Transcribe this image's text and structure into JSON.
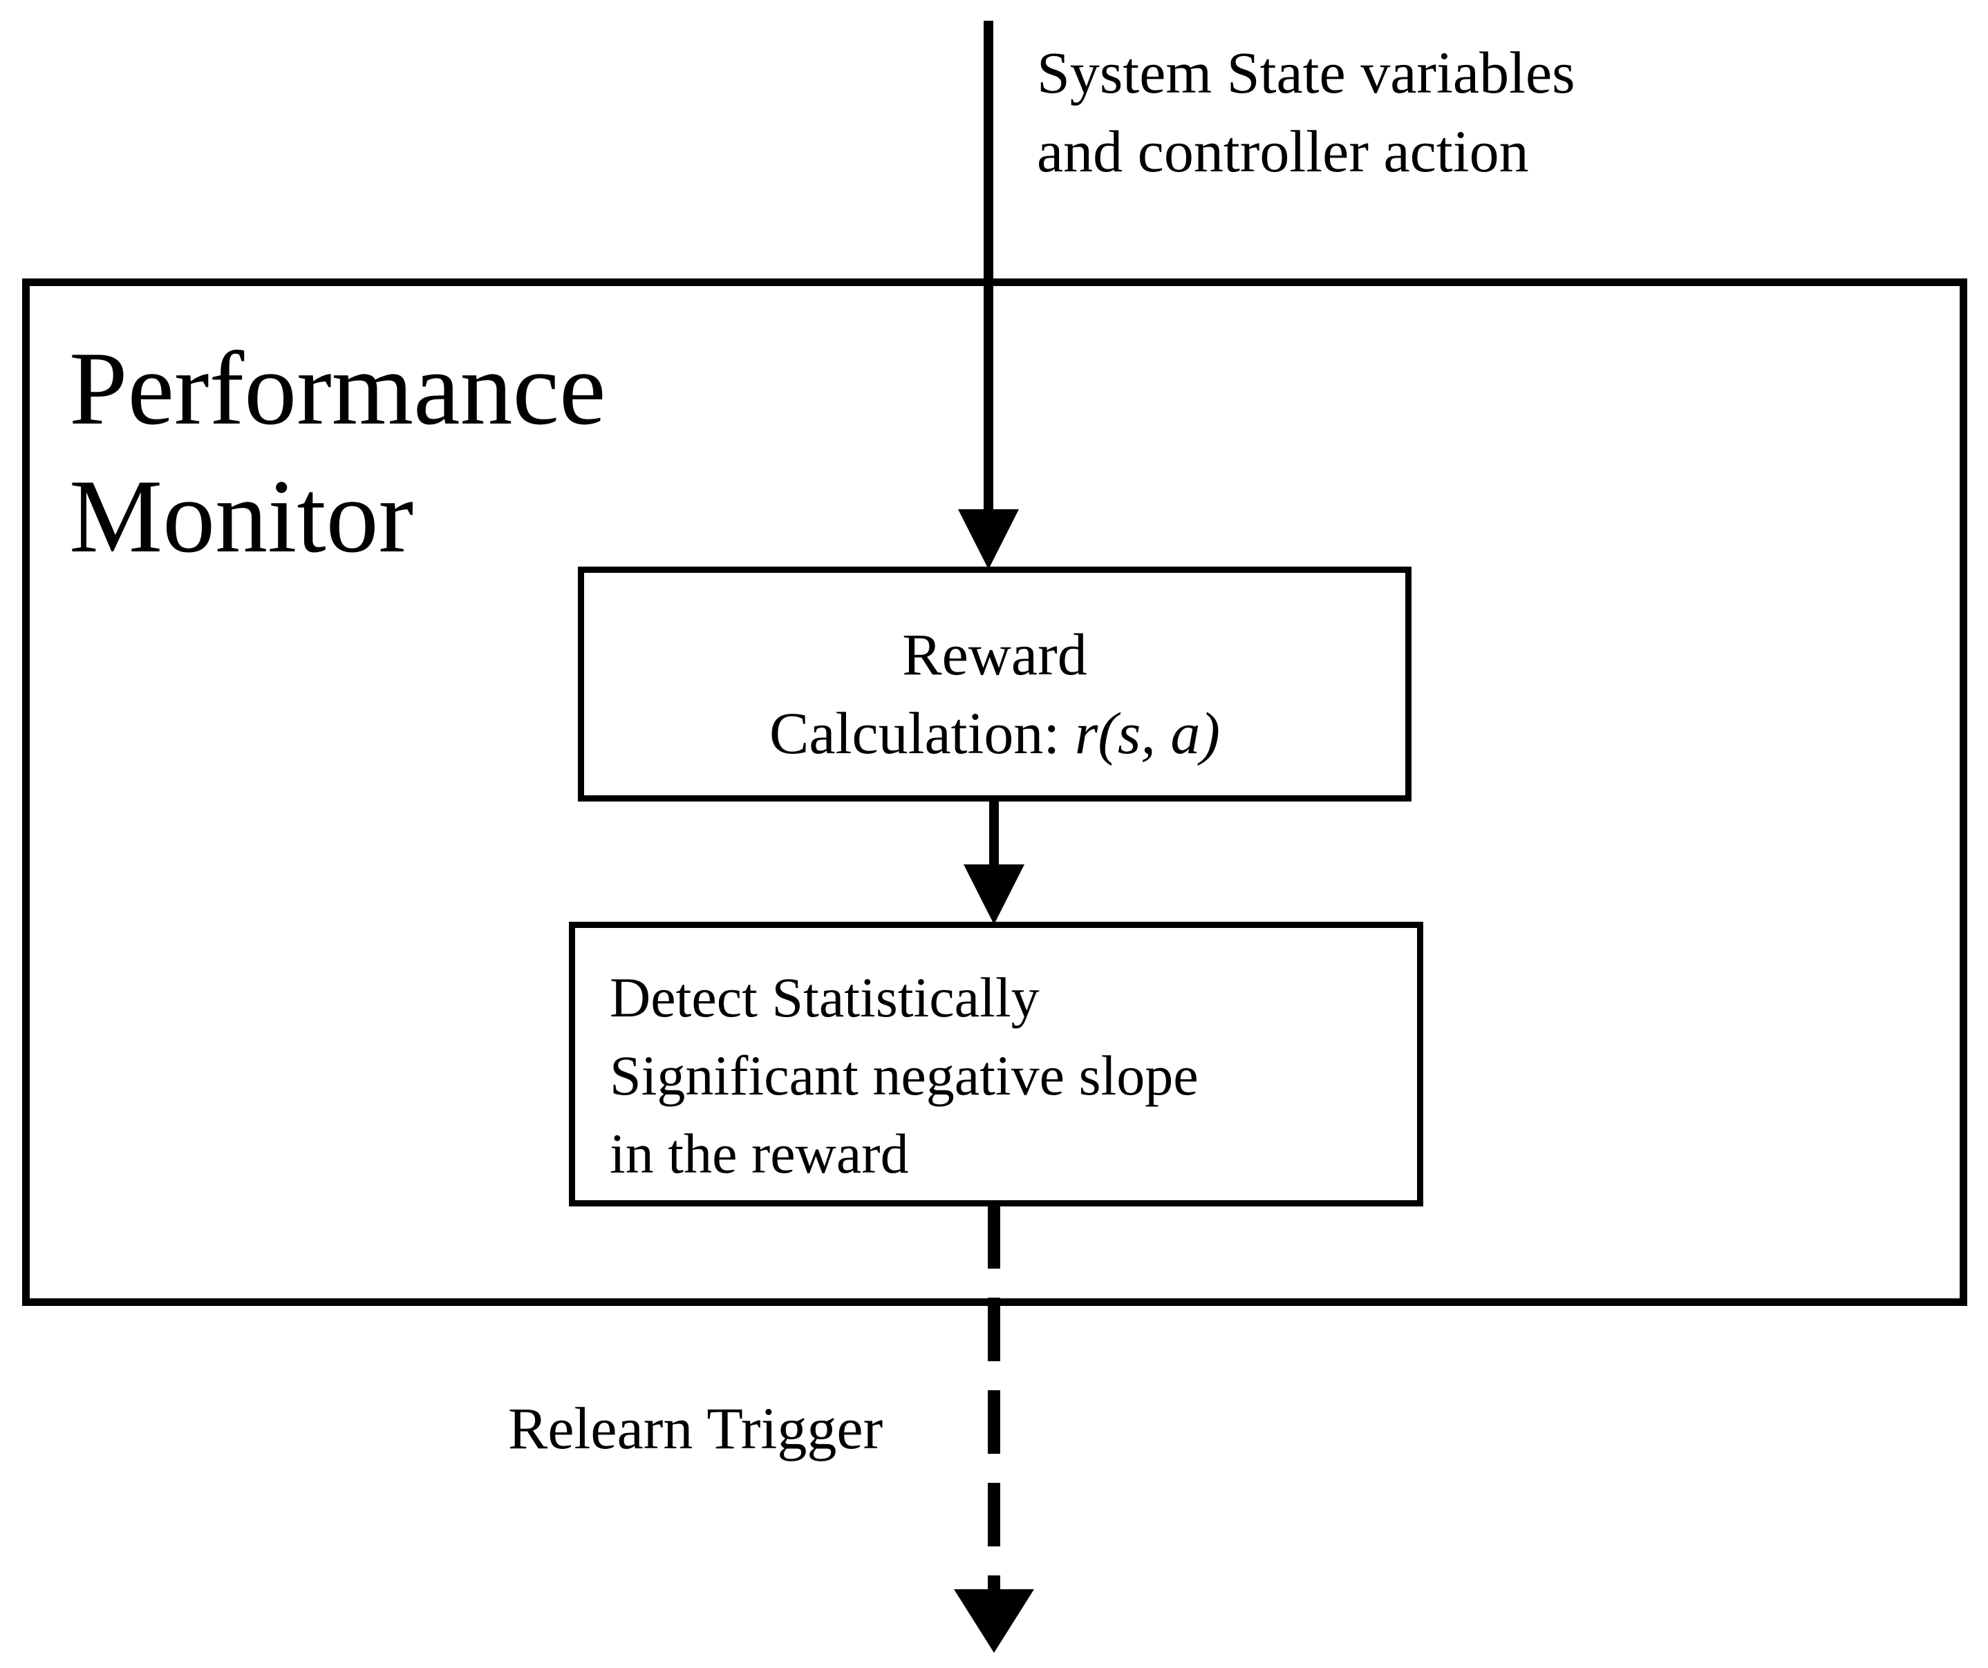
{
  "diagram": {
    "title": "Performance Monitor",
    "container": {
      "name": "Performance Monitor",
      "label": "Performance\nMonitor"
    },
    "nodes": [
      {
        "id": "reward-calculation",
        "line1": "Reward",
        "line2_prefix": "Calculation: ",
        "line2_math": "r(s, a)",
        "align": "center"
      },
      {
        "id": "detect-negative-slope",
        "label": "Detect Statistically\nSignificant negative slope\nin the reward",
        "align": "left"
      }
    ],
    "edges": [
      {
        "id": "input-edge",
        "label": "System State variables\nand controller action",
        "style": "solid",
        "arrow": "down",
        "from": "external-input",
        "to": "reward-calculation"
      },
      {
        "id": "reward-to-detect-edge",
        "label": "",
        "style": "solid",
        "arrow": "down",
        "from": "reward-calculation",
        "to": "detect-negative-slope"
      },
      {
        "id": "relearn-trigger-edge",
        "label": "Relearn Trigger",
        "style": "dashed",
        "arrow": "down",
        "from": "detect-negative-slope",
        "to": "external-output"
      }
    ],
    "colors": {
      "stroke": "#000000",
      "fill": "#ffffff",
      "text": "#000000"
    }
  }
}
